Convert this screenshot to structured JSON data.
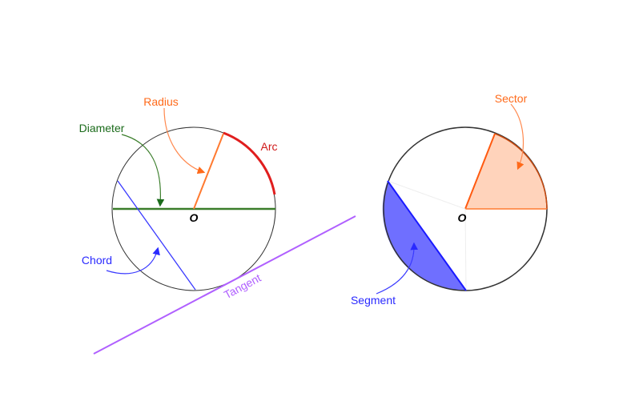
{
  "labels": {
    "radius": "Radius",
    "diameter": "Diameter",
    "arc": "Arc",
    "chord": "Chord",
    "tangent": "Tangent",
    "center_left": "O",
    "sector": "Sector",
    "segment": "Segment",
    "center_right": "O"
  },
  "colors": {
    "radius": "#ff6a1a",
    "diameter": "#2e7d32",
    "arc": "#e01e1e",
    "chord": "#2a2aff",
    "tangent": "#b060ff",
    "sector_fill": "#ffd3bb",
    "segment_fill": "#6f6fff",
    "circle": "#333333"
  }
}
